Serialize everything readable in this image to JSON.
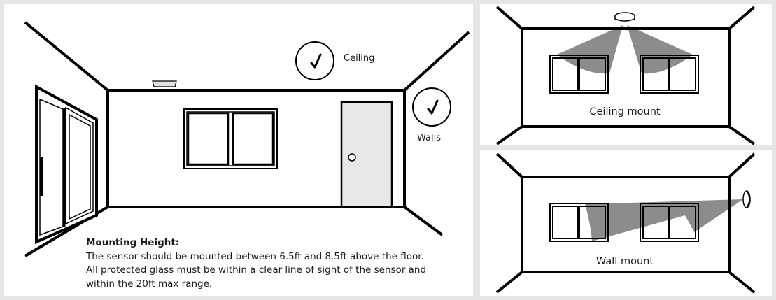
{
  "room_diagram": {
    "ceiling_label": "Ceiling",
    "walls_label": "Walls",
    "mounting_title": "Mounting Height:",
    "mounting_lines": [
      "The sensor should be mounted between 6.5ft and 8.5ft above the floor.",
      "All protected glass must be within a clear line of sight of the sensor and",
      "within the 20ft max range."
    ]
  },
  "ceiling_mount": {
    "caption": "Ceiling mount"
  },
  "wall_mount": {
    "caption": "Wall mount"
  },
  "colors": {
    "line": "#000000",
    "coverage": "#8c8c8c",
    "door": "#e8e8e8"
  }
}
